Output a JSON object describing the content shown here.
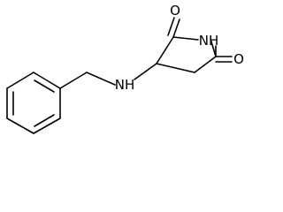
{
  "molecule": {
    "atoms": {
      "carbonyl_oxygen_top": "O",
      "imide_nitrogen": "NH",
      "carbonyl_oxygen_right": "O",
      "amine_nitrogen": "NH"
    }
  },
  "colors": {
    "bond": "#000000",
    "background": "#ffffff"
  }
}
